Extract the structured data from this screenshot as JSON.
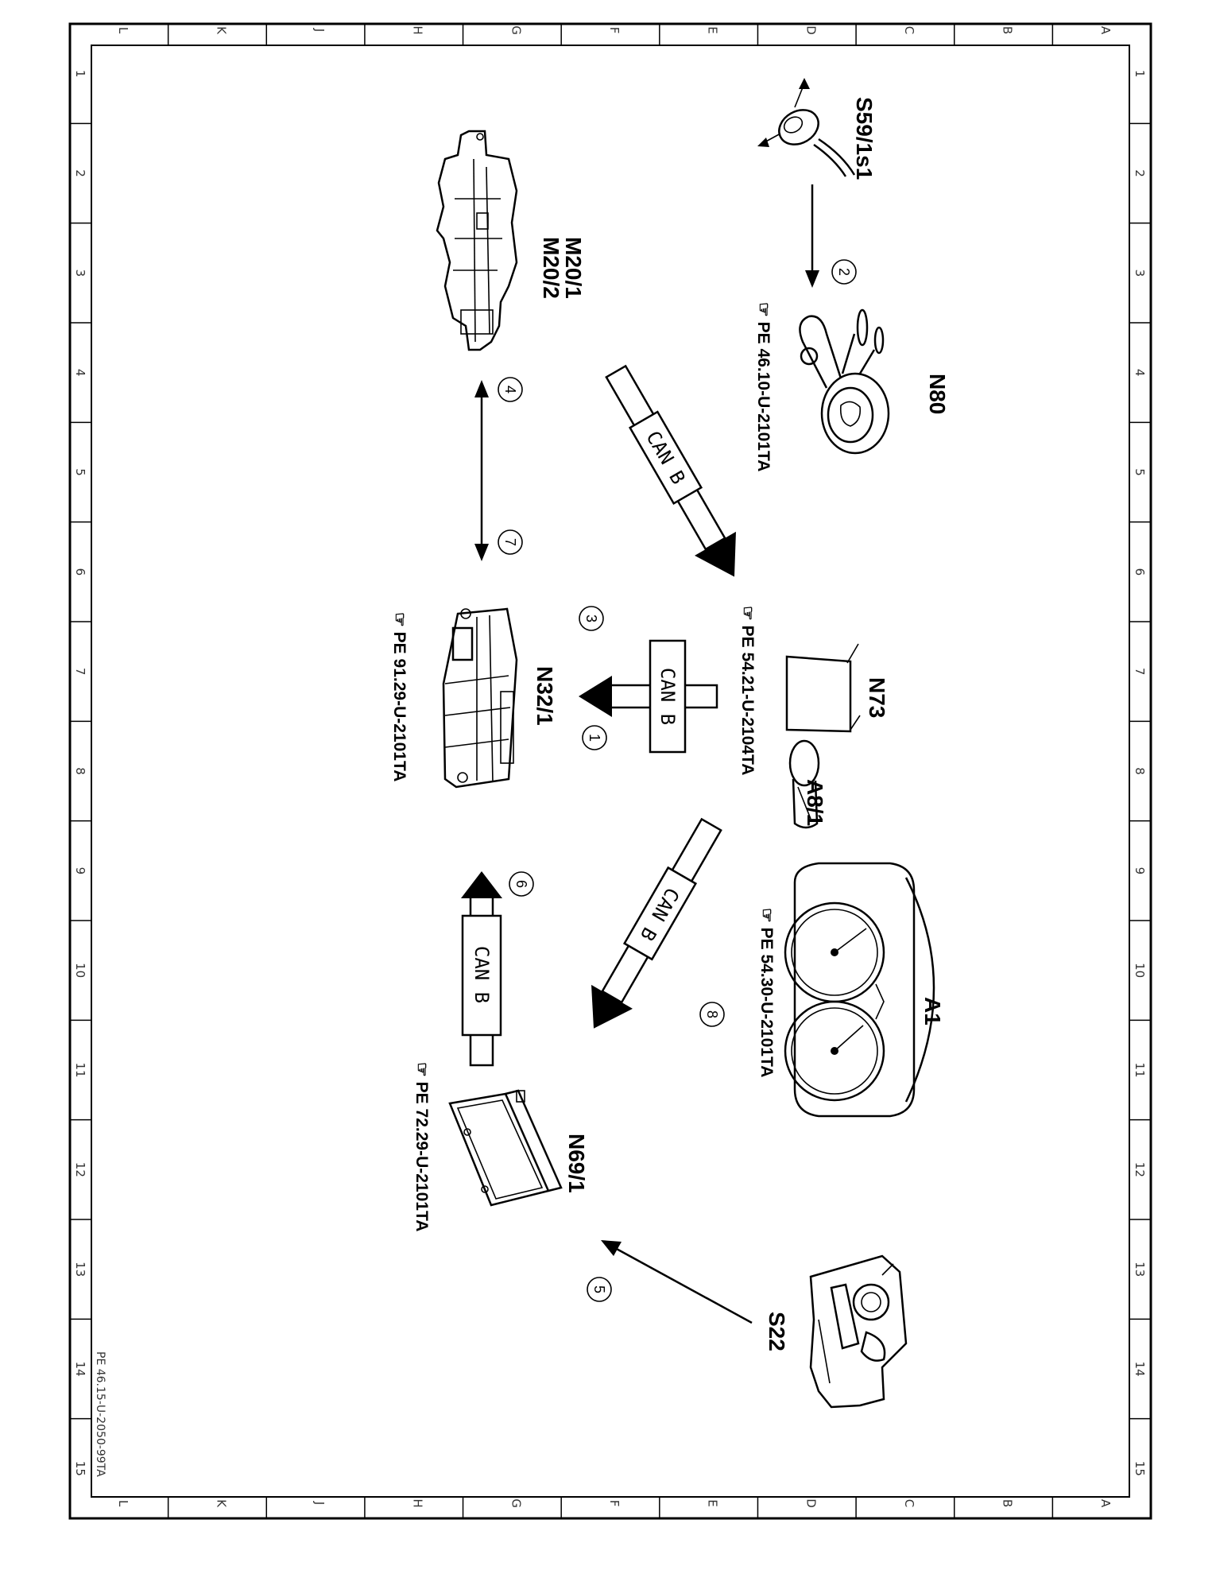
{
  "components": {
    "s59": "S59/1s1",
    "n80": "N80",
    "m20": [
      "M20/1",
      "M20/2"
    ],
    "n73": "N73",
    "a8": "A8/1",
    "n32": "N32/1",
    "a1": "A1",
    "n69": "N69/1",
    "s22": "S22"
  },
  "references": {
    "n80": "PE 46.10-U-2101TA",
    "n73": "PE 54.21-U-2104TA",
    "n32": "PE 91.29-U-2101TA",
    "a1": "PE 54.30-U-2101TA",
    "n69": "PE 72.29-U-2101TA"
  },
  "bus_label": "CAN B",
  "steps": [
    "1",
    "2",
    "3",
    "4",
    "5",
    "6",
    "7",
    "8"
  ],
  "grid": {
    "letters": [
      "L",
      "K",
      "J",
      "H",
      "G",
      "F",
      "E",
      "D",
      "C",
      "B",
      "A"
    ],
    "numbers": [
      "1",
      "2",
      "3",
      "4",
      "5",
      "6",
      "7",
      "8",
      "9",
      "10",
      "11",
      "12",
      "13",
      "14",
      "15"
    ]
  },
  "footer": "PE 46.15-U-2050-99TA",
  "colors": {
    "ink": "#000000",
    "paper": "#ffffff"
  }
}
